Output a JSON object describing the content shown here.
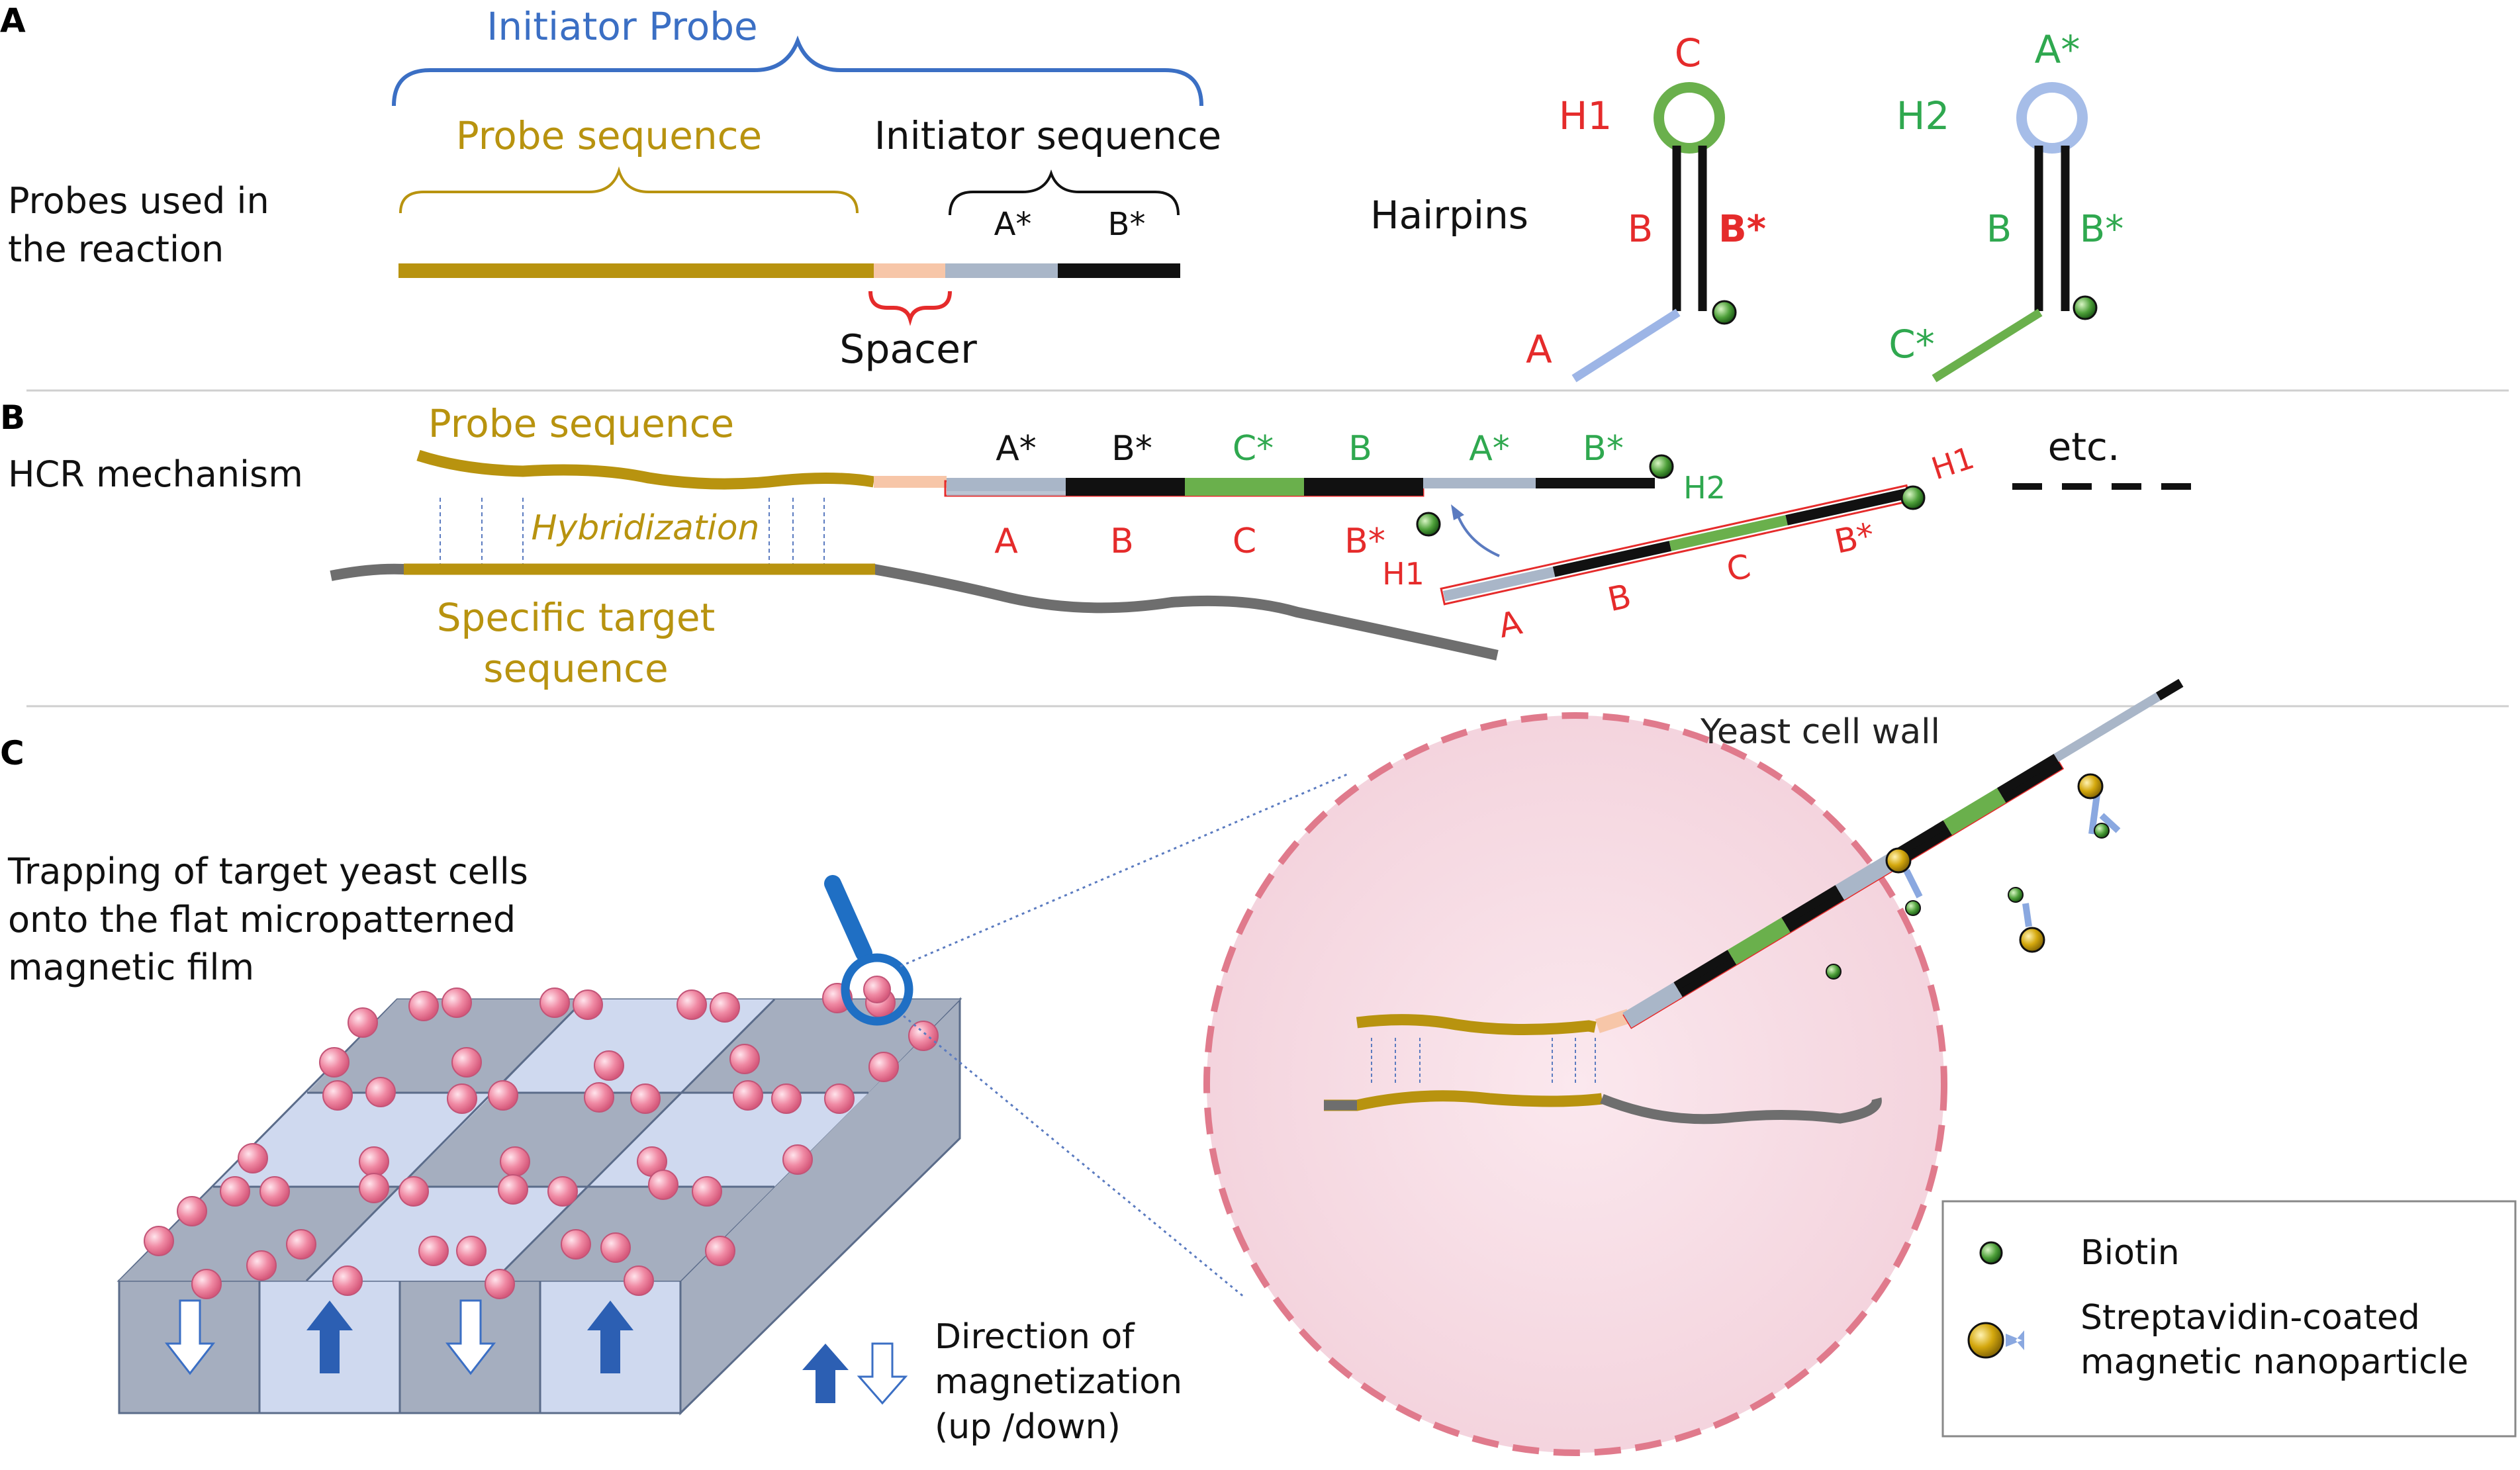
{
  "panel_a": {
    "letter": "A",
    "side_label_line1": "Probes used in",
    "side_label_line2": "the reaction",
    "initiator_probe": "Initiator Probe",
    "probe_sequence": "Probe sequence",
    "initiator_sequence": "Initiator sequence",
    "a_star": "A*",
    "b_star": "B*",
    "spacer": "Spacer",
    "hairpins": "Hairpins",
    "h1": {
      "name": "H1",
      "loop": "C",
      "stem_left": "B",
      "stem_right": "B*",
      "toehold": "A"
    },
    "h2": {
      "name": "H2",
      "loop": "A*",
      "stem_left": "B",
      "stem_right": "B*",
      "toehold": "C*"
    }
  },
  "panel_b": {
    "letter": "B",
    "side_label": "HCR mechanism",
    "probe_sequence": "Probe sequence",
    "hybridization": "Hybridization",
    "target_line1": "Specific target",
    "target_line2": "sequence",
    "top_labels": [
      "A*",
      "B*",
      "C*",
      "B",
      "A*",
      "B*"
    ],
    "bottom_labels": [
      "A",
      "B",
      "C",
      "B*"
    ],
    "h2": "H2",
    "h1_a": "H1",
    "h1_b": "H1",
    "diag_labels": [
      "A",
      "B",
      "C",
      "B*"
    ],
    "etc": "etc."
  },
  "panel_c": {
    "letter": "C",
    "side_line1": "Trapping of target yeast cells",
    "side_line2": "onto the flat micropatterned",
    "side_line3": "magnetic film",
    "yeast_cell_wall": "Yeast cell wall",
    "magnetization_line1": "Direction of",
    "magnetization_line2": "magnetization",
    "magnetization_line3": "(up /down)",
    "legend": {
      "biotin": "Biotin",
      "strep_line1": "Streptavidin-coated",
      "strep_line2": "magnetic nanoparticle"
    }
  },
  "colors": {
    "gold": "#b8930f",
    "peach": "#f7c6a8",
    "steel": "#a9b6c8",
    "black": "#111111",
    "green": "#6ab04c",
    "blue": "#3b6fc4",
    "red": "#e52b2b",
    "greentext": "#2fa84f",
    "gray": "#6e6e6e",
    "pink_circle": "#f6dce3"
  }
}
